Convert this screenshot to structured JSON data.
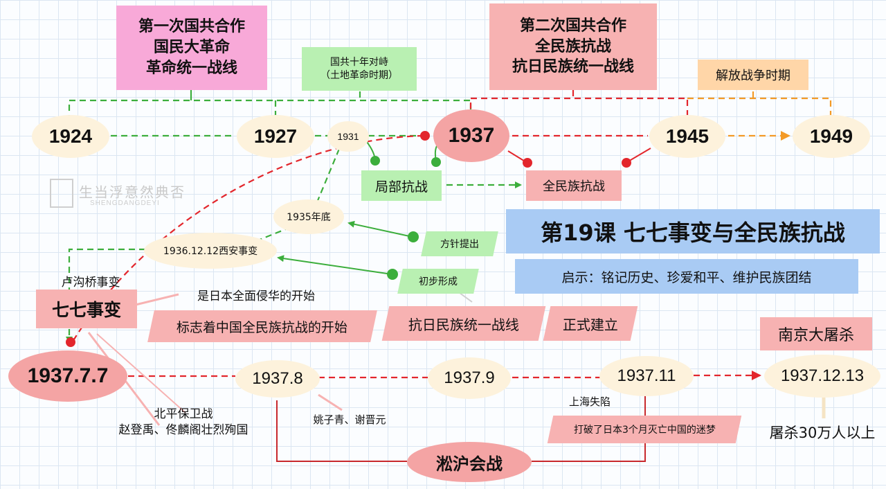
{
  "top_boxes": {
    "first_coop": [
      "第一次国共合作",
      "国民大革命",
      "革命统一战线"
    ],
    "ten_years": [
      "国共十年对峙",
      "（土地革命时期）"
    ],
    "second_coop": [
      "第二次国共合作",
      "全民族抗战",
      "抗日民族统一战线"
    ],
    "liberation": "解放战争时期"
  },
  "years": {
    "y1924": "1924",
    "y1927": "1927",
    "y1931": "1931",
    "y1937": "1937",
    "y1945": "1945",
    "y1949": "1949"
  },
  "phases": {
    "local": "局部抗战",
    "full": "全民族抗战"
  },
  "events": {
    "e1935": "1935年底",
    "xian": "1936.12.12西安事变"
  },
  "lesson": {
    "title": "第19课 七七事变与全民族抗战",
    "insight": "启示：铭记历史、珍爱和平、维护民族团结"
  },
  "united_front": {
    "proposed": "方针提出",
    "initial": "初步形成",
    "front": "抗日民族统一战线",
    "established": "正式建立"
  },
  "july7": {
    "bridge": "卢沟桥事变",
    "name": "七七事变",
    "meaning1": "是日本全面侵华的开始",
    "meaning2": "标志着中国全民族抗战的开始"
  },
  "timeline2": {
    "d1": "1937.7.7",
    "d2": "1937.8",
    "d3": "1937.9",
    "d4": "1937.11",
    "d5": "1937.12.13"
  },
  "notes": {
    "beiping": [
      "北平保卫战",
      "赵登禹、佟麟阁壮烈殉国"
    ],
    "generals": "姚子青、谢晋元",
    "shanghai_fall": "上海失陷",
    "dream": "打破了日本3个月灭亡中国的迷梦",
    "songhu": "淞沪会战",
    "nanjing": "南京大屠杀",
    "massacre": "屠杀30万人以上"
  },
  "watermark": {
    "text": "生当浮意然典否",
    "sub": "SHENGDANGDEYI"
  },
  "colors": {
    "green_line": "#3cae3c",
    "red_line": "#e3262c",
    "orange_line": "#f39a26"
  }
}
